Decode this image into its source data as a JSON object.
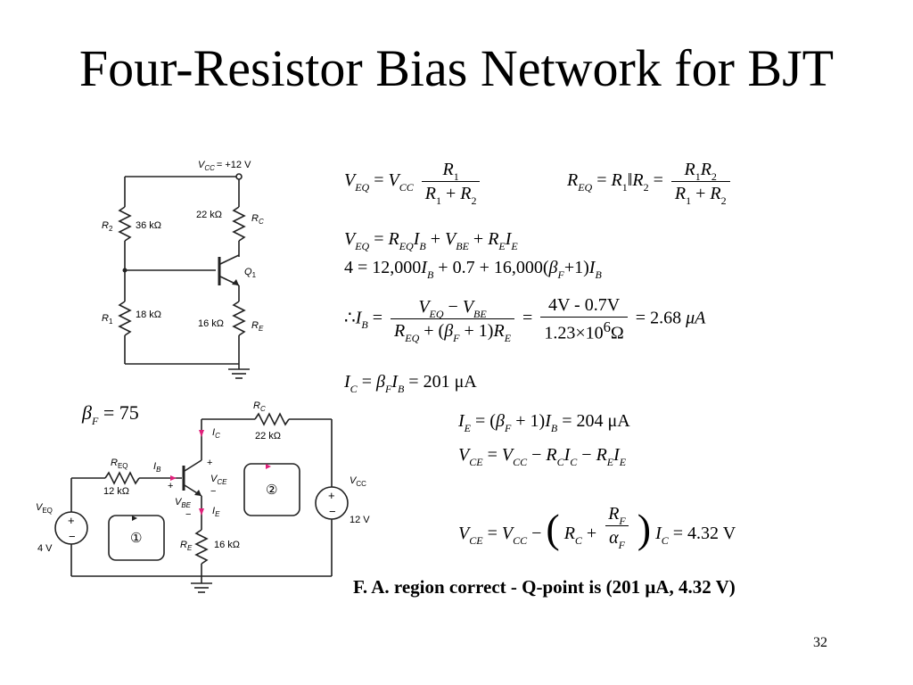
{
  "slide": {
    "title": "Four-Resistor Bias Network for BJT",
    "page_number": "32",
    "conclusion": "F. A. region correct - Q-point is (201 μA, 4.32 V)"
  },
  "circuit1": {
    "vcc_label": "V",
    "vcc_sub": "CC",
    "vcc_value": "= +12 V",
    "r2_label": "R",
    "r2_sub": "2",
    "r2_value": "36 kΩ",
    "r1_label": "R",
    "r1_sub": "1",
    "r1_value": "18 kΩ",
    "rc_label": "R",
    "rc_sub": "C",
    "rc_value": "22 kΩ",
    "re_label": "R",
    "re_sub": "E",
    "re_value": "16 kΩ",
    "q_label": "Q",
    "q_sub": "1"
  },
  "beta": {
    "symbol": "β",
    "sub": "F",
    "text": "= 75"
  },
  "circuit2": {
    "rc_label": "R",
    "rc_sub": "C",
    "rc_value": "22 kΩ",
    "req_label": "R",
    "req_sub": "EQ",
    "req_value": "12 kΩ",
    "ib": "I",
    "ib_sub": "B",
    "ic": "I",
    "ic_sub": "C",
    "ie": "I",
    "ie_sub": "E",
    "vce": "V",
    "vce_sub": "CE",
    "vbe": "V",
    "vbe_sub": "BE",
    "veq_label": "V",
    "veq_sub": "EQ",
    "veq_value": "4 V",
    "vcc_label": "V",
    "vcc_sub": "CC",
    "vcc_value": "12 V",
    "re_label": "R",
    "re_sub": "E",
    "re_value": "16 kΩ",
    "loop1": "①",
    "loop2": "②"
  },
  "equations": {
    "e1_lhs": "V",
    "e1_vcc": "V",
    "e1_r1": "R",
    "e1_den": "R",
    "e1_plus": "+",
    "e2_lhs": "R",
    "e2_r1": "R",
    "e2_r2": "R",
    "e3": "V",
    "e4": "4 = 12,000",
    "e4_b": "+ 0.7 + 16,000(",
    "e4_c": "+1)",
    "e5_therefore": "∴",
    "e5_num_text": "4V - 0.7V",
    "e5_den_text": "1.23×10",
    "e5_exp": "6",
    "e5_ohm": "Ω",
    "e5_result": "= 2.68",
    "e5_unit": "μA",
    "e6_result": "= 201",
    "e6_unit": "μA",
    "e7_result": "= 204",
    "e7_unit": "μA",
    "e9_result": "= 4.32 V"
  }
}
